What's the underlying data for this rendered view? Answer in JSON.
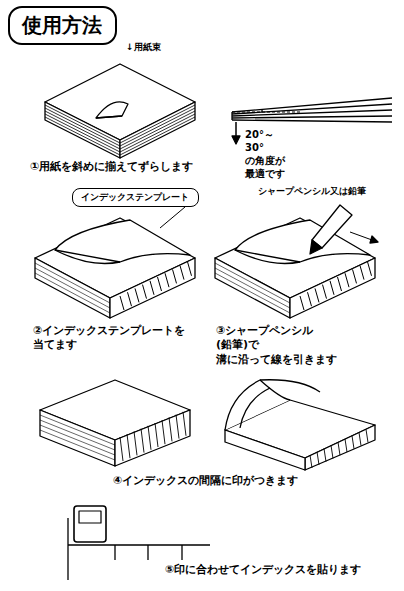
{
  "diagram": {
    "nodes": [
      {
        "text": [
          "使用方法"
        ]
      },
      {
        "text": [
          "インデックステンプレート"
        ]
      }
    ],
    "labels": [
      "↓用紙束",
      "①用紙を斜めに揃えてずらします",
      "20°～30°の角度が 最適です",
      "シャープペンシル又は鉛筆",
      "②インデックステンプレートを 当てます",
      "③シャープペンシル(鉛筆)で 溝に沿って線を引きます",
      "④インデックスの間隔に印がつきます",
      "⑤印に合わせてインデックスを貼ります"
    ]
  }
}
